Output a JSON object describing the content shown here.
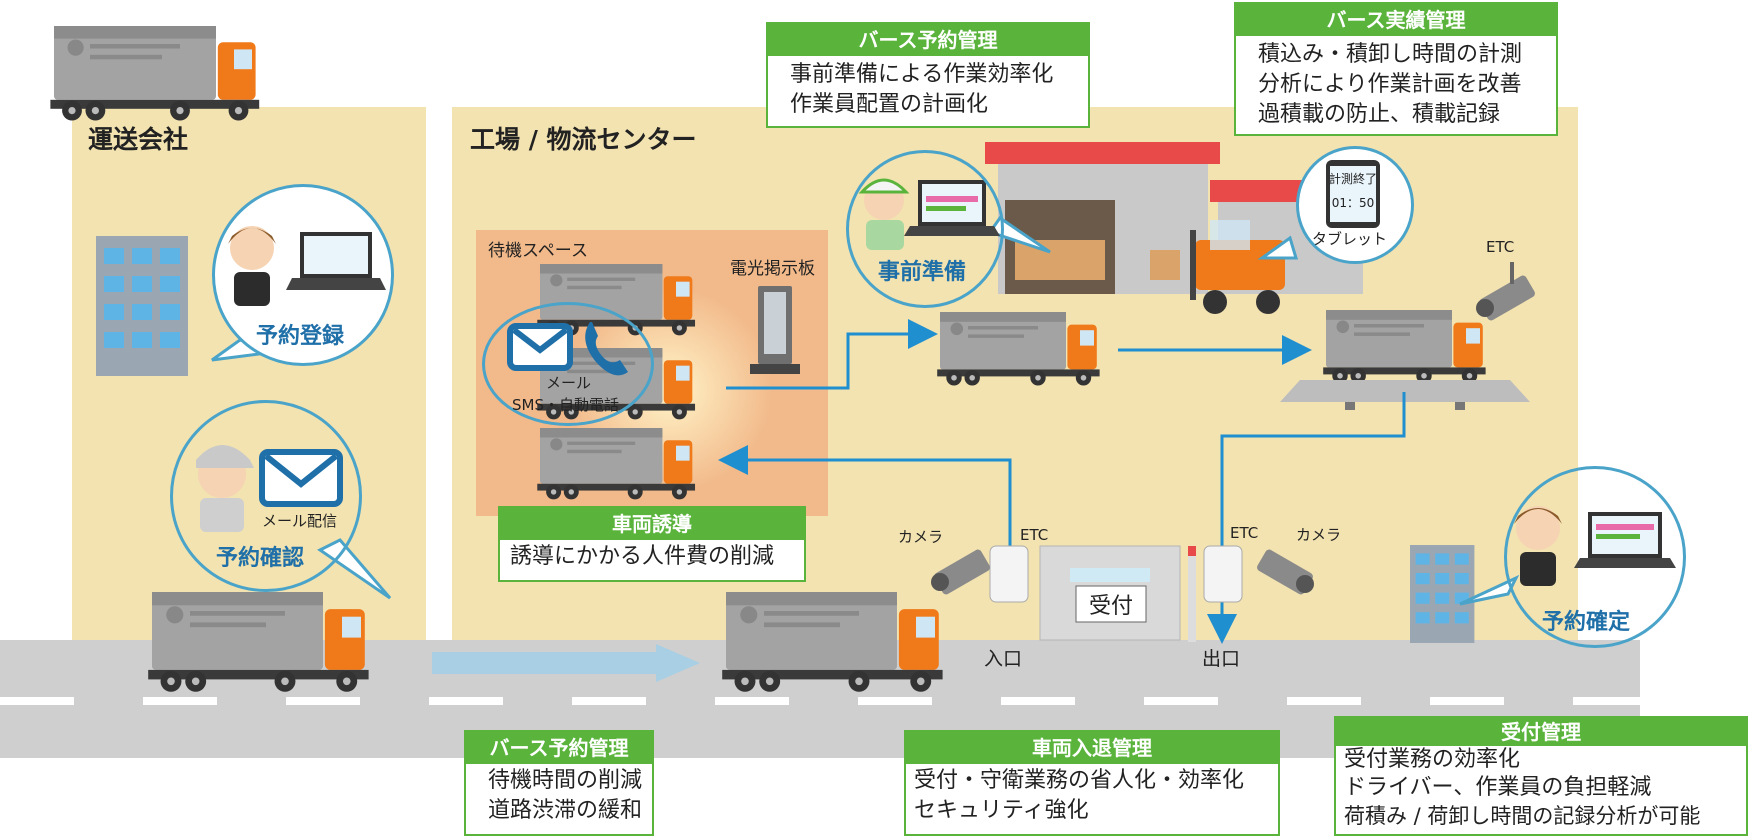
{
  "zones": {
    "transport_company": "運送会社",
    "factory": "工場 / 物流センター"
  },
  "labels": {
    "reserve_register": "予約登録",
    "reserve_confirm": "予約確認",
    "mail_delivery": "メール配信",
    "waiting_space": "待機スペース",
    "signage": "電光掲示板",
    "notify_mail": "メール",
    "notify_sms": "SMS・自動電話",
    "preparation": "事前準備",
    "tablet": "タブレット",
    "tablet_screen_title": "計測終了",
    "tablet_screen_time": "01：50",
    "etc_top": "ETC",
    "etc_entry": "ETC",
    "etc_exit": "ETC",
    "camera_entry": "カメラ",
    "camera_exit": "カメラ",
    "reception": "受付",
    "entrance": "入口",
    "exit": "出口",
    "reserve_finalized": "予約確定"
  },
  "boxes": {
    "berth_reservation_top": {
      "title": "バース予約管理",
      "lines": [
        "事前準備による作業効率化",
        "作業員配置の計画化"
      ]
    },
    "berth_actual": {
      "title": "バース実績管理",
      "lines": [
        "積込み・積卸し時間の計測",
        "分析により作業計画を改善",
        "過積載の防止、積載記録"
      ]
    },
    "vehicle_guidance": {
      "title": "車両誘導",
      "lines": [
        "誘導にかかる人件費の削減"
      ]
    },
    "berth_reservation_bottom": {
      "title": "バース予約管理",
      "lines": [
        "待機時間の削減",
        "道路渋滞の緩和"
      ]
    },
    "vehicle_entry_exit": {
      "title": "車両入退管理",
      "lines": [
        "受付・守衛業務の省人化・効率化",
        "セキュリティ強化"
      ]
    },
    "reception_mgmt": {
      "title": "受付管理",
      "lines": [
        "受付業務の効率化",
        "ドライバー、作業員の負担軽減",
        "荷積み / 荷卸し時間の記録分析が可能"
      ]
    }
  },
  "colors": {
    "zone": "#f3e3b0",
    "waiting": "#f2b98a",
    "accent_green": "#5ab43c",
    "accent_blue": "#1f8fd0",
    "truck_body": "#9c9c9c",
    "truck_cab": "#f07a1a"
  }
}
